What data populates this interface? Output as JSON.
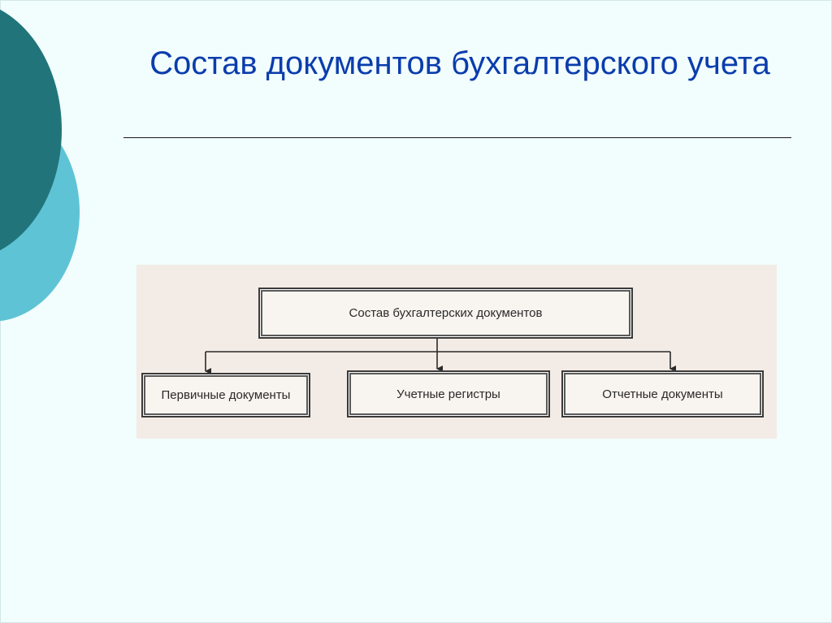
{
  "slide": {
    "title": "Состав документов бухгалтерского учета"
  },
  "diagram": {
    "root": "Состав бухгалтерских документов",
    "children": [
      "Первичные документы",
      "Учетные регистры",
      "Отчетные документы"
    ]
  },
  "colors": {
    "background": "#f2fdfd",
    "title": "#0a3dad",
    "deco_dark": "#21757a",
    "deco_light": "#5fc3d6",
    "panel": "#f3ebe5"
  }
}
